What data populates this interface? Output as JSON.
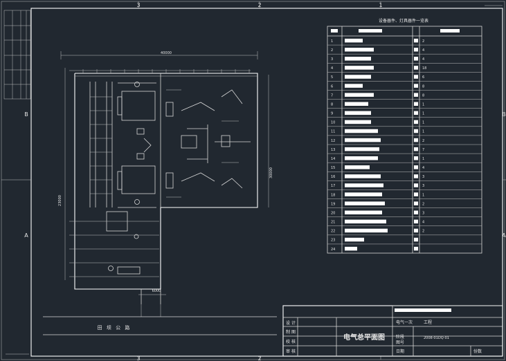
{
  "frame": {
    "top_zone_marks": [
      "3",
      "2",
      "1"
    ],
    "bottom_zone_marks": [
      "3",
      "2"
    ],
    "side_zone_marks": [
      "B",
      "A"
    ]
  },
  "table": {
    "title": "设备器件、灯具器件一览表",
    "rows": [
      {
        "no": "1",
        "qty": "2"
      },
      {
        "no": "2",
        "qty": "4"
      },
      {
        "no": "3",
        "qty": "4"
      },
      {
        "no": "4",
        "qty": "18"
      },
      {
        "no": "5",
        "qty": "6"
      },
      {
        "no": "6",
        "qty": "8"
      },
      {
        "no": "7",
        "qty": "8"
      },
      {
        "no": "8",
        "qty": "1"
      },
      {
        "no": "9",
        "qty": "1"
      },
      {
        "no": "10",
        "qty": "1"
      },
      {
        "no": "11",
        "qty": "1"
      },
      {
        "no": "12",
        "qty": "2"
      },
      {
        "no": "13",
        "qty": "7"
      },
      {
        "no": "14",
        "qty": "1"
      },
      {
        "no": "15",
        "qty": "4"
      },
      {
        "no": "16",
        "qty": "3"
      },
      {
        "no": "17",
        "qty": "3"
      },
      {
        "no": "18",
        "qty": "1"
      },
      {
        "no": "19",
        "qty": "2"
      },
      {
        "no": "20",
        "qty": "3"
      },
      {
        "no": "21",
        "qty": "4"
      },
      {
        "no": "22",
        "qty": "2"
      },
      {
        "no": "23",
        "qty": ""
      },
      {
        "no": "24",
        "qty": ""
      }
    ]
  },
  "plan": {
    "dim_top": "40000",
    "dim_bottom": "6000",
    "dim_left": "23000",
    "dim_right": "30000",
    "road_label": "田 坝 公 路"
  },
  "title_block": {
    "drawing_title": "电气总平面图",
    "role_design": "设 计",
    "role_draw": "制 图",
    "role_check": "校 核",
    "role_approve": "审 核",
    "discipline": "电气一次",
    "discipline_suffix": "工程",
    "stage_label": "阶段",
    "drawing_no_label": "图号",
    "drawing_no": "2008-01DQ-01",
    "date_label": "日期",
    "page_label": "份数"
  }
}
